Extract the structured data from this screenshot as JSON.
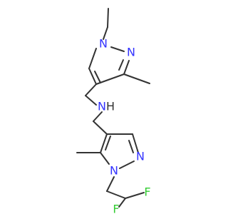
{
  "colors": {
    "bond": "#333333",
    "nitrogen": "#3333ff",
    "fluorine": "#33cc33",
    "hydrogen": "#333333",
    "background": "#ffffff"
  },
  "atoms": {
    "n1_top": "N",
    "n2_top": "N",
    "amine_n": "N",
    "amine_h": "H",
    "n1_bottom": "N",
    "n2_bottom": "N",
    "f1": "F",
    "f2": "F"
  }
}
